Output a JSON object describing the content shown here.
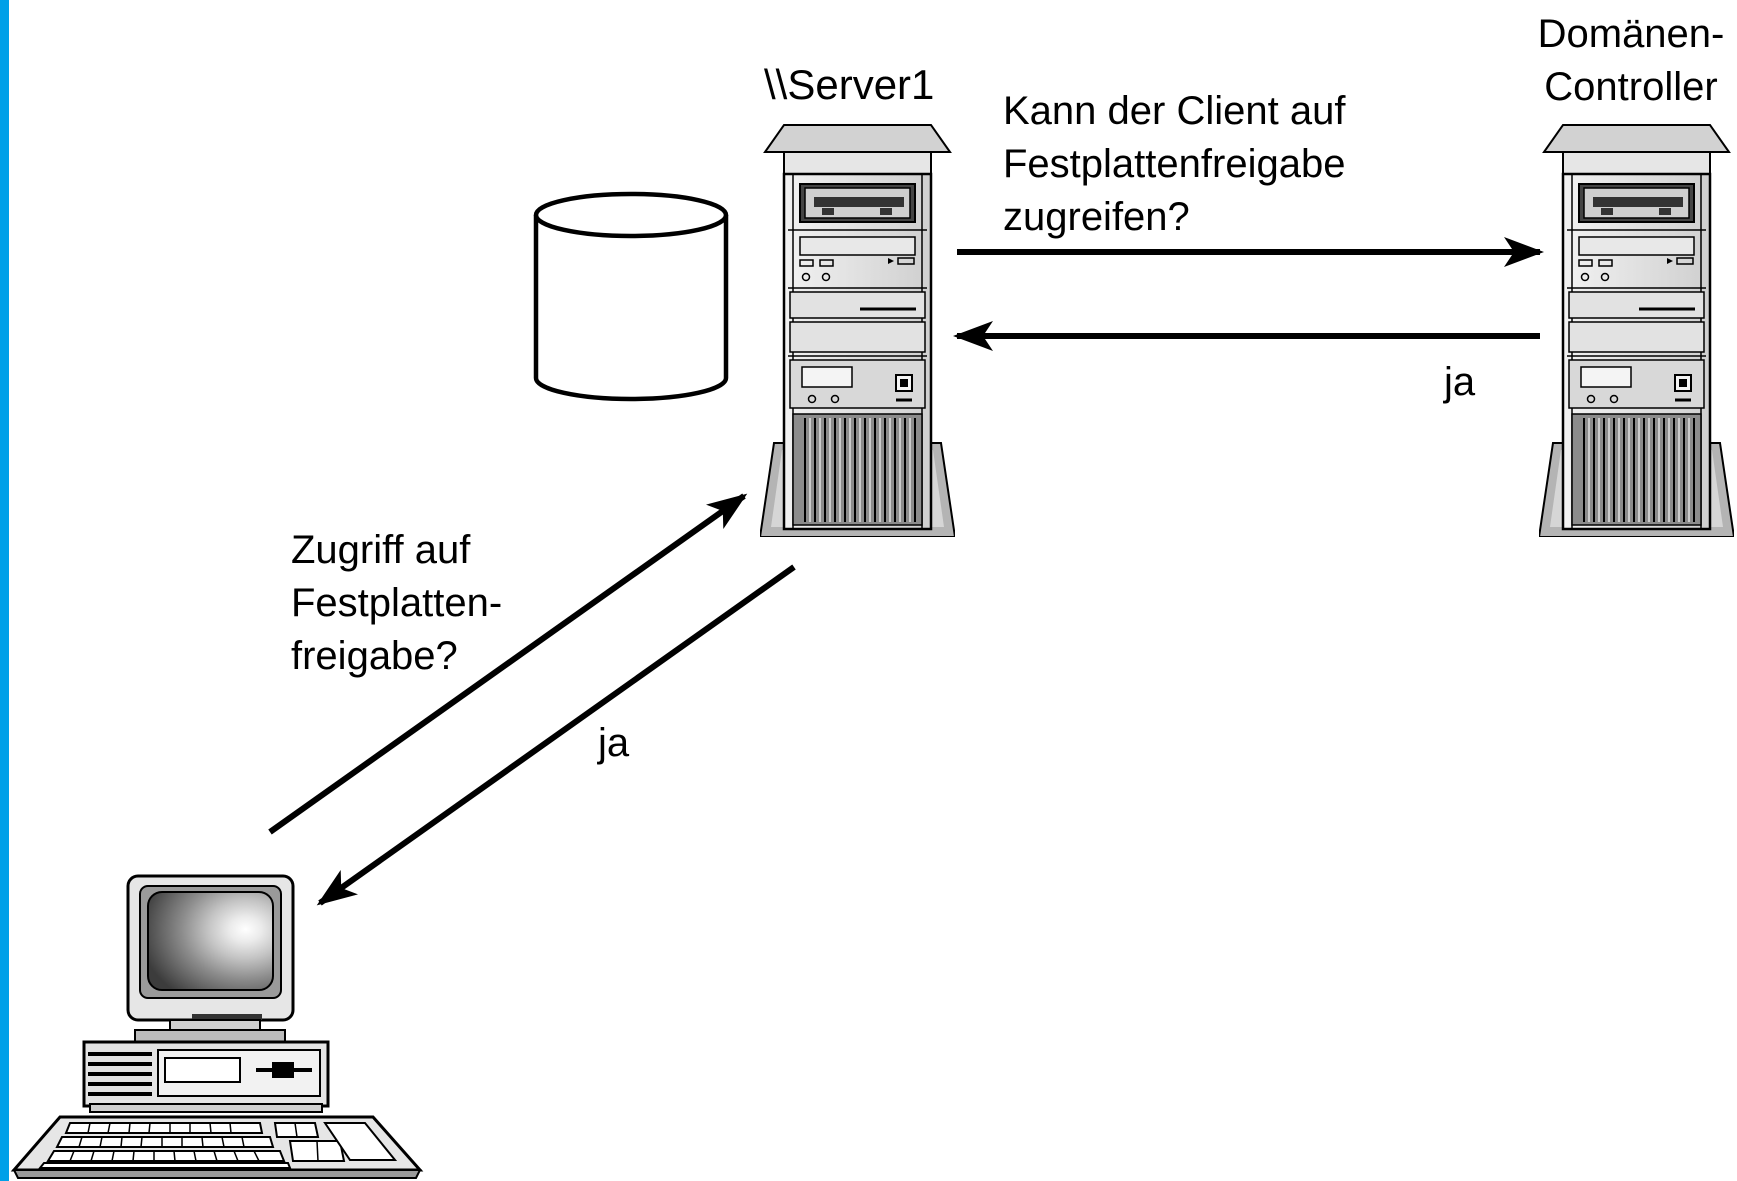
{
  "colors": {
    "frame_accent": "#00a0e8",
    "ink": "#000000",
    "background": "#ffffff",
    "equipment_light": "#dcdcdc",
    "equipment_mid": "#9a9a9a",
    "equipment_dark": "#3c3c3c"
  },
  "icons": {
    "server": "tower-server-icon",
    "domain_controller": "tower-server-icon",
    "disk": "cylinder-disk-icon",
    "client": "desktop-computer-icon"
  },
  "nodes": {
    "server_label": "\\\\Server1",
    "domain_controller_label_line1": "Domänen-",
    "domain_controller_label_line2": "Controller"
  },
  "messages": {
    "server_to_dc_line1": "Kann der Client auf",
    "server_to_dc_line2": "Festplattenfreigabe",
    "server_to_dc_line3": "zugreifen?",
    "dc_to_server_reply": "ja",
    "client_to_server_line1": "Zugriff auf",
    "client_to_server_line2": "Festplatten-",
    "client_to_server_line3": "freigabe?",
    "server_to_client_reply": "ja"
  }
}
